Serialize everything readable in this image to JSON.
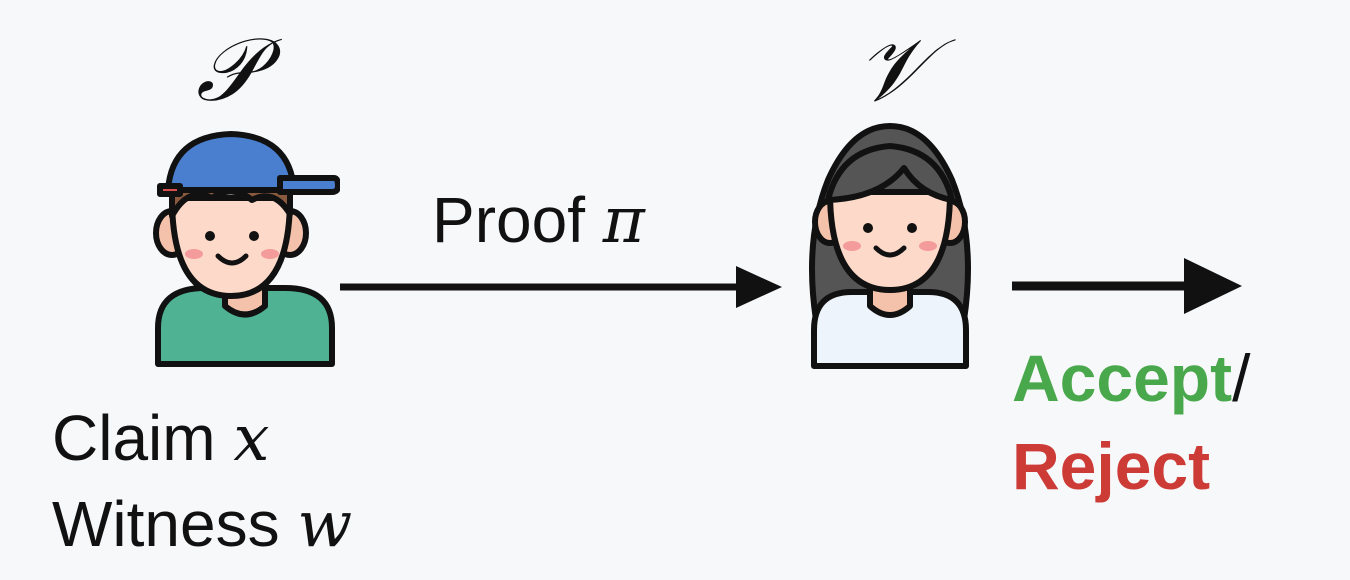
{
  "prover": {
    "symbol": "𝒫",
    "claim_label": "Claim",
    "claim_var": "x",
    "witness_label": "Witness",
    "witness_var": "w"
  },
  "verifier": {
    "symbol": "𝒱"
  },
  "proof": {
    "label": "Proof",
    "var": "π"
  },
  "outcome": {
    "accept": "Accept",
    "separator": "/",
    "reject": "Reject"
  },
  "colors": {
    "background": "#f7f8fa",
    "accept": "#4aa84c",
    "reject": "#cc3b36",
    "arrow": "#111111",
    "cap": "#4a7fd0",
    "shirt_prover": "#4fb393",
    "hair_verifier": "#555555",
    "skin": "#fcd9c9"
  },
  "icons": {
    "prover": "boy-with-cap-icon",
    "verifier": "girl-icon"
  }
}
